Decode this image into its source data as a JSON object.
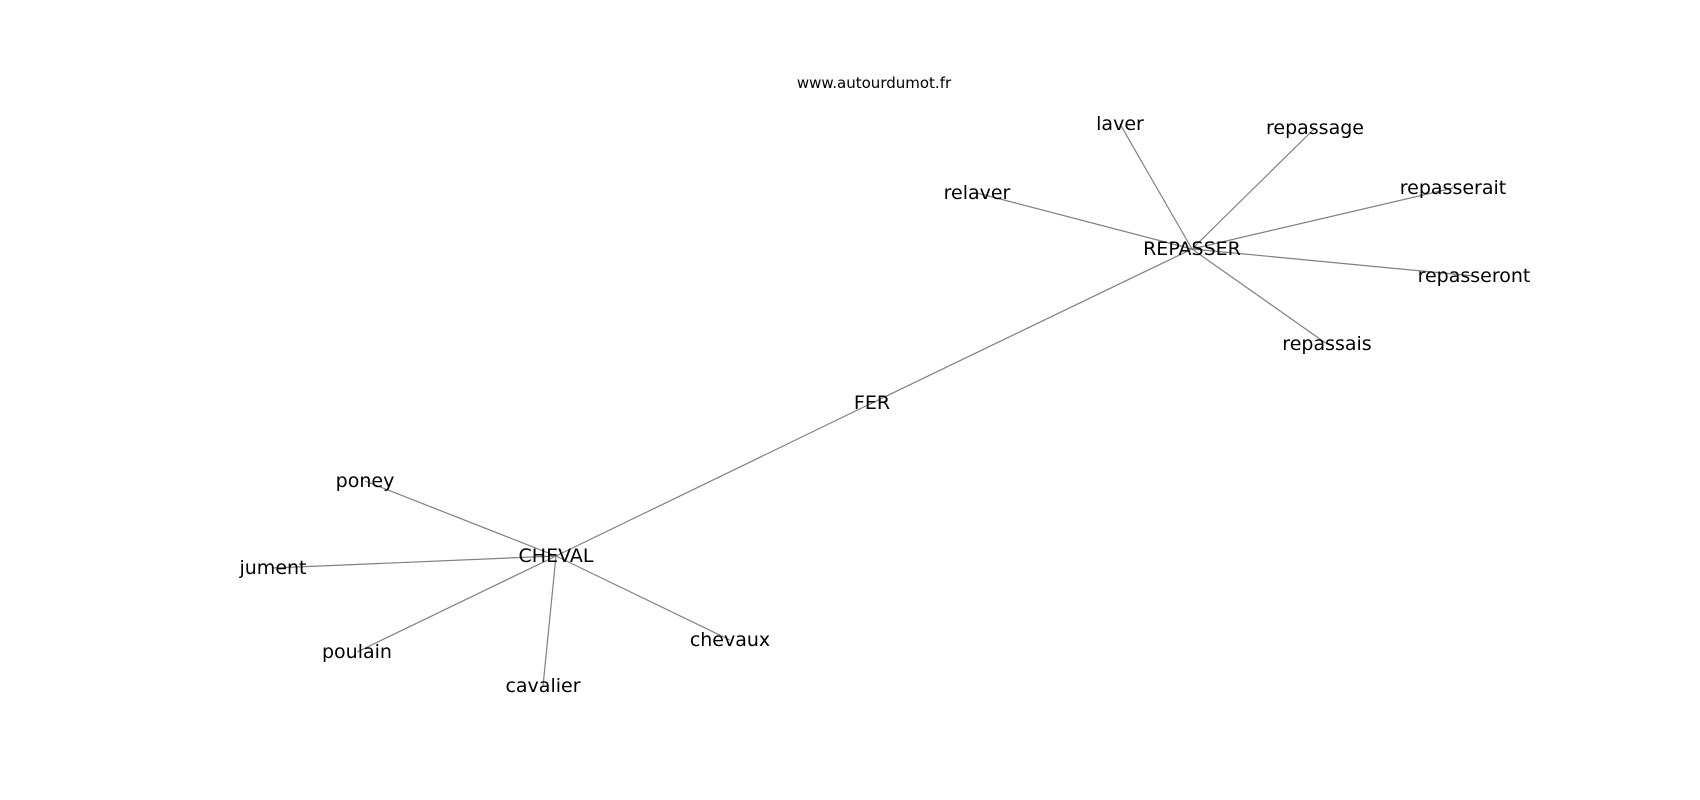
{
  "site": "www.autourdumot.fr",
  "nodes": [
    {
      "id": "FER",
      "label": "FER"
    },
    {
      "id": "REPASSER",
      "label": "REPASSER"
    },
    {
      "id": "CHEVAL",
      "label": "CHEVAL"
    },
    {
      "id": "laver",
      "label": "laver"
    },
    {
      "id": "repassage",
      "label": "repassage"
    },
    {
      "id": "relaver",
      "label": "relaver"
    },
    {
      "id": "repasserait",
      "label": "repasserait"
    },
    {
      "id": "repasseront",
      "label": "repasseront"
    },
    {
      "id": "repassais",
      "label": "repassais"
    },
    {
      "id": "poney",
      "label": "poney"
    },
    {
      "id": "jument",
      "label": "jument"
    },
    {
      "id": "poulain",
      "label": "poulain"
    },
    {
      "id": "cavalier",
      "label": "cavalier"
    },
    {
      "id": "chevaux",
      "label": "chevaux"
    }
  ],
  "edges": [
    [
      "FER",
      "REPASSER"
    ],
    [
      "FER",
      "CHEVAL"
    ],
    [
      "REPASSER",
      "laver"
    ],
    [
      "REPASSER",
      "repassage"
    ],
    [
      "REPASSER",
      "relaver"
    ],
    [
      "REPASSER",
      "repasserait"
    ],
    [
      "REPASSER",
      "repasseront"
    ],
    [
      "REPASSER",
      "repassais"
    ],
    [
      "CHEVAL",
      "poney"
    ],
    [
      "CHEVAL",
      "jument"
    ],
    [
      "CHEVAL",
      "poulain"
    ],
    [
      "CHEVAL",
      "cavalier"
    ],
    [
      "CHEVAL",
      "chevaux"
    ]
  ]
}
